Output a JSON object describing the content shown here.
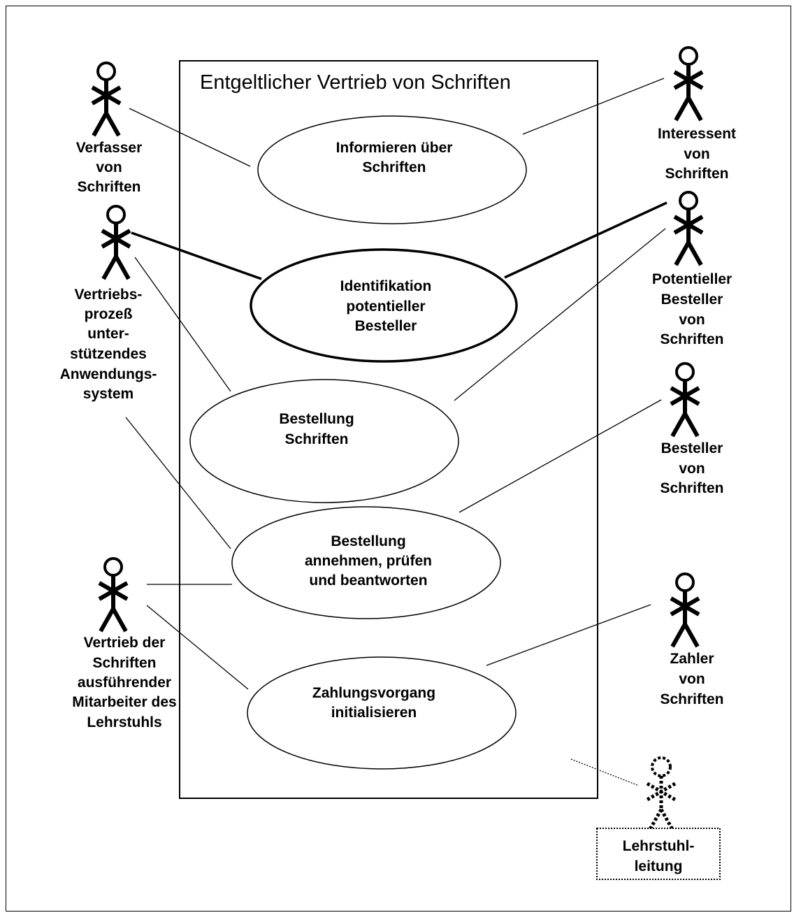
{
  "system": {
    "title": "Entgeltlicher Vertrieb von Schriften"
  },
  "use_cases": [
    {
      "id": "uc1",
      "lines": [
        "Informieren über",
        "Schriften"
      ]
    },
    {
      "id": "uc2",
      "lines": [
        "Identifikation",
        "potentieller",
        "Besteller"
      ]
    },
    {
      "id": "uc3",
      "lines": [
        "Bestellung",
        "Schriften"
      ]
    },
    {
      "id": "uc4",
      "lines": [
        "Bestellung",
        "annehmen, prüfen",
        "und beantworten"
      ]
    },
    {
      "id": "uc5",
      "lines": [
        "Zahlungsvorgang",
        "initialisieren"
      ]
    }
  ],
  "actors": [
    {
      "id": "a1",
      "lines": [
        "Verfasser",
        "von",
        "Schriften"
      ]
    },
    {
      "id": "a2",
      "lines": [
        "Vertriebs-",
        "prozeß",
        "unter-",
        "stützendes",
        "Anwendungs-",
        "system"
      ]
    },
    {
      "id": "a3",
      "lines": [
        "Vertrieb der",
        "Schriften",
        "ausführender",
        "Mitarbeiter des",
        "Lehrstuhls"
      ]
    },
    {
      "id": "a4",
      "lines": [
        "Interessent",
        "von",
        "Schriften"
      ]
    },
    {
      "id": "a5",
      "lines": [
        "Potentieller",
        "Besteller",
        "von",
        "Schriften"
      ]
    },
    {
      "id": "a6",
      "lines": [
        "Besteller",
        "von",
        "Schriften"
      ]
    },
    {
      "id": "a7",
      "lines": [
        "Zahler",
        "von",
        "Schriften"
      ]
    },
    {
      "id": "a8",
      "lines": [
        "Lehrstuhl-",
        "leitung"
      ]
    }
  ]
}
